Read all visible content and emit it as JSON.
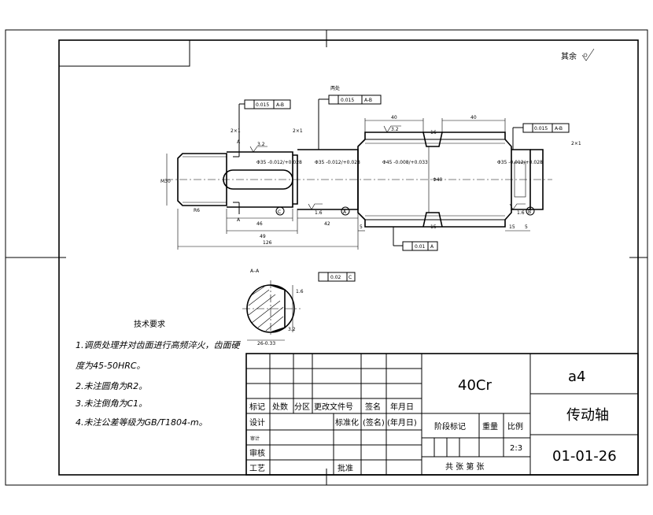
{
  "roughness_note": "其余",
  "tech_requirements": {
    "title": "技术要求",
    "lines": [
      "1.调质处理并对齿面进行高频淬火，齿面硬",
      "度为45-50HRC。",
      "2.未注圆角为R2。",
      "3.未注倒角为C1。",
      "4.未注公差等级为GB/T1804-m。"
    ]
  },
  "title_block": {
    "material": "40Cr",
    "sheet_size": "a4",
    "part_name": "传动轴",
    "drawing_no": "01-01-26",
    "scale": "2:3",
    "labels": {
      "mark": "标记",
      "count": "处数",
      "zone": "分区",
      "change_doc": "更改文件号",
      "sign": "签名",
      "date": "年月日",
      "design": "设计",
      "standardize": "标准化",
      "sign2": "(签名)",
      "date2": "(年月日)",
      "stage_mark": "阶段标记",
      "weight": "重量",
      "scale_label": "比例",
      "small_label": "审计",
      "review": "审核",
      "process": "工艺",
      "approve": "批准",
      "sheets": "共  张 第  张"
    }
  },
  "dims": {
    "section_label": "A–A",
    "sec_a_top": "A",
    "sec_a_bot": "A",
    "m30": "M30",
    "r6": "R6",
    "d46": "46",
    "d49": "49",
    "d126": "126",
    "d42": "42",
    "d5a": "5",
    "d5b": "5",
    "d40a": "40",
    "d40b": "40",
    "d15a": "15",
    "d15b": "15",
    "d16": "16",
    "d2x1a": "2×1",
    "d2x1b": "2×1",
    "d2x1c": "2×1",
    "phi40": "Φ40",
    "phi1": "Φ35 -0.012/+0.028",
    "phi2": "Φ35 -0.012/+0.028",
    "phi3": "Φ45 -0.008/+0.033",
    "phi4": "Φ35 -0.012/+0.028",
    "sec_w": "26-0.33",
    "rough1": "3.2",
    "rough2": "1.6",
    "rough3": "1.6",
    "rough4": "1.6",
    "rough5": "3.2",
    "rough6": "3.2",
    "datum_c": "C",
    "datum_a": "A",
    "datum_b": "B",
    "tol1": "0.015",
    "tol1r": "A-B",
    "tol2": "0.015",
    "tol2r": "A-B",
    "tol2lbl": "两处",
    "tol3": "0.015",
    "tol3r": "A-B",
    "tol4": "0.01",
    "tol4r": "A",
    "tol5": "0.02",
    "tol5r": "C"
  }
}
